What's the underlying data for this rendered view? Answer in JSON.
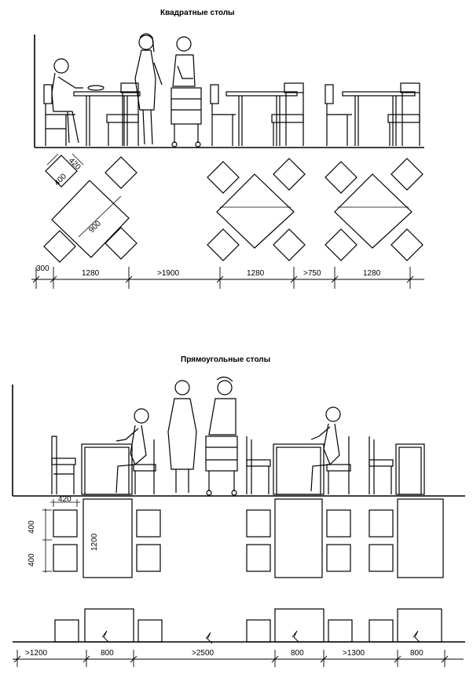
{
  "titles": {
    "square": "Квадратные столы",
    "rect": "Прямоугольные столы"
  },
  "square_dims": {
    "chair_400": "400",
    "chair_420": "420",
    "table_900": "900",
    "d_300": "300",
    "d_1280_a": "1280",
    "d_1900": ">1900",
    "d_1280_b": "1280",
    "d_750": ">750",
    "d_1280_c": "1280"
  },
  "rect_dims": {
    "chair_420": "420",
    "chair_400_a": "400",
    "chair_400_b": "400",
    "table_1200": "1200",
    "d_1200": ">1200",
    "d_800_a": "800",
    "d_2500": ">2500",
    "d_800_b": "800",
    "d_1300": ">1300",
    "d_800_c": "800"
  },
  "colors": {
    "ink": "#000000",
    "paper": "#ffffff"
  }
}
